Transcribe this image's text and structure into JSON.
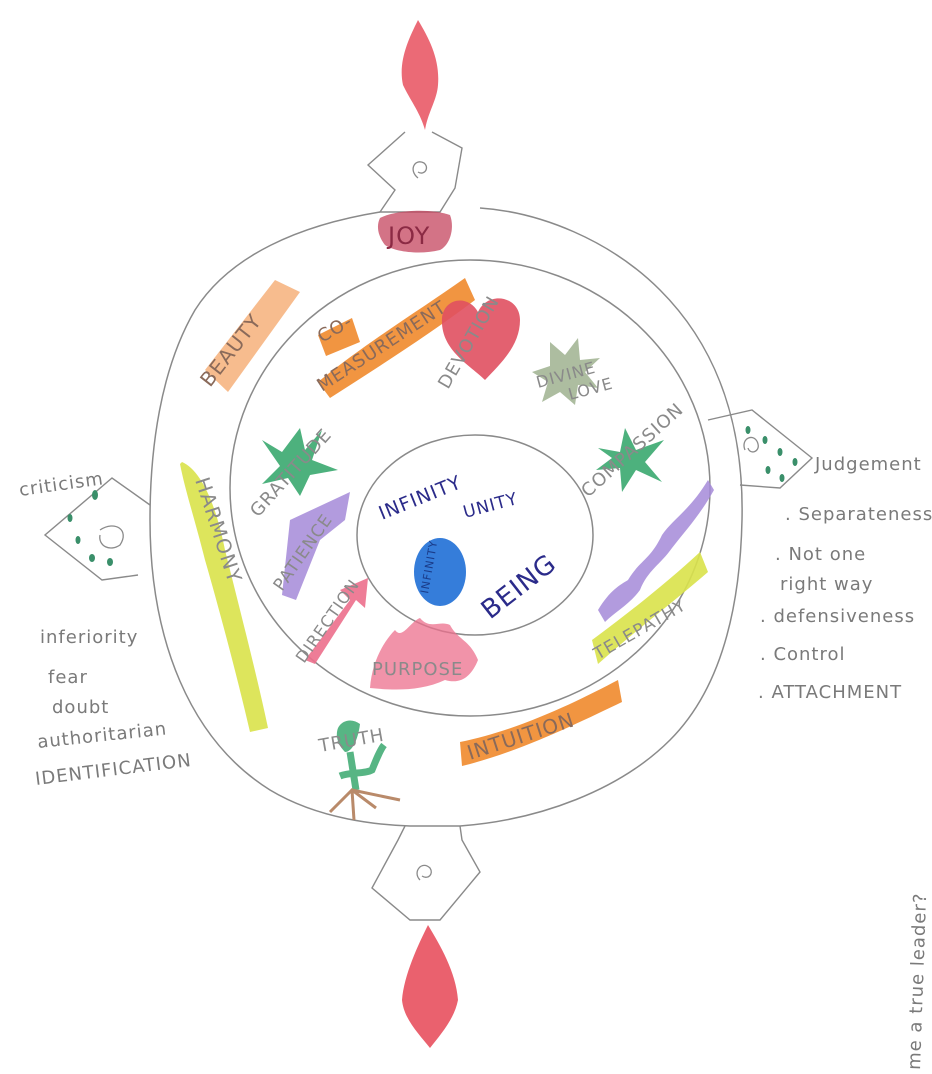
{
  "colors": {
    "pencil": "#7a7a7a",
    "ink": "#2b2b8a",
    "red_gem": "#e8505e",
    "orange": "#f08a2c",
    "peach": "#f6b07a",
    "yellow": "#d9e24a",
    "green": "#3aa86f",
    "purple": "#a58ad8",
    "pink": "#ec6f8c",
    "blue_orb": "#1f6fd6",
    "sage": "#9fb28f",
    "brown": "#b98a6a"
  },
  "outer_ring": {
    "top": "JOY",
    "left": "HARMONY",
    "upper_left": "BEAUTY",
    "lower_right": "INTUITION",
    "bottom": "TRUTH"
  },
  "middle_ring": {
    "co": "CO-",
    "co_measurement": "MEASUREMENT",
    "devotion": "DEVOTION",
    "divine": "DIVINE",
    "love": "LOVE",
    "gratitude": "GRATITUDE",
    "compassion": "COMPASSION",
    "patience": "PATIENCE",
    "direction": "DIRECTION",
    "purpose": "PURPOSE",
    "telepathy": "TELEPATHY"
  },
  "center": {
    "infinity": "INFINITY",
    "unity": "UNITY",
    "being": "BEING",
    "orb_text": "INFINITY"
  },
  "left_notes": {
    "criticism": "criticism",
    "items": [
      "inferiority",
      "fear",
      "doubt",
      "authoritarian",
      "IDENTIFICATION"
    ]
  },
  "right_notes": {
    "judgement": "Judgement",
    "items": [
      ". Separateness",
      ". Not one",
      "right way",
      ". defensiveness",
      ". Control",
      ". ATTACHMENT"
    ]
  },
  "margin_note": "me a true leader?"
}
